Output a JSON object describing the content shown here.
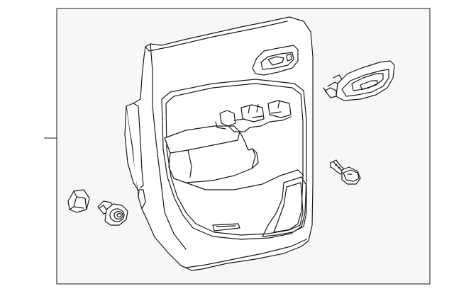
{
  "diagram": {
    "background": "#f7f7f7",
    "page": "#ffffff",
    "stroke": "#1a1a1a",
    "parts": [
      {
        "name": "door-trim-panel"
      },
      {
        "name": "upper-pull-handle"
      },
      {
        "name": "inside-handle-bezel"
      },
      {
        "name": "mounting-bolt"
      },
      {
        "name": "retainer-nut"
      },
      {
        "name": "clip-fastener"
      }
    ]
  }
}
